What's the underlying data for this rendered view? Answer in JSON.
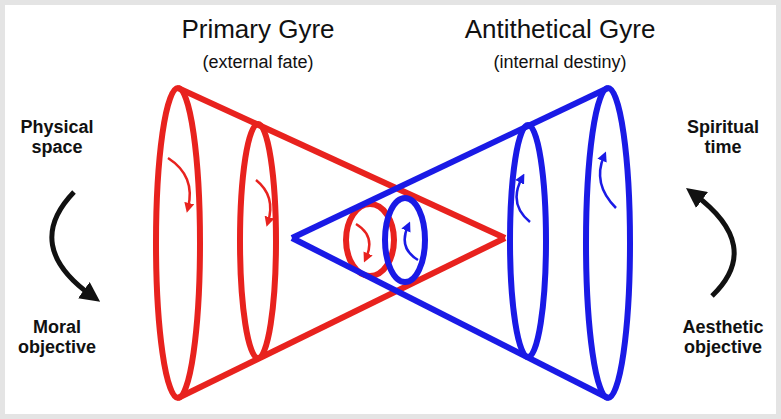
{
  "diagram": {
    "labels": [
      "Primary Gyre",
      "(external fate)",
      "Antithetical Gyre",
      "(internal destiny)",
      "Physical space",
      "Moral objective",
      "Spiritual time",
      "Aesthetic objective"
    ]
  }
}
